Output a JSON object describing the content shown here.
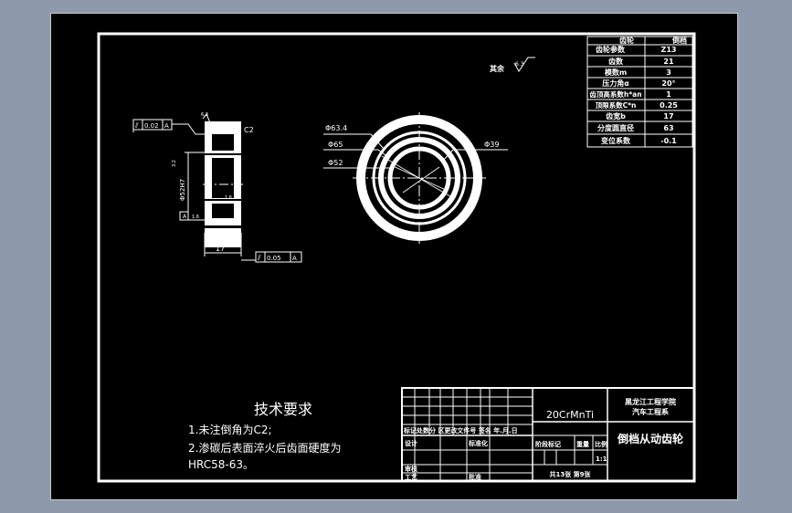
{
  "params_table": {
    "header_left": "齿轮",
    "header_right": "倒档",
    "section_label": "齿轮参数",
    "rows": [
      {
        "name": "",
        "value": "Z13"
      },
      {
        "name": "齿数",
        "value": "21"
      },
      {
        "name": "模数m",
        "value": "3"
      },
      {
        "name": "压力角α",
        "value": "20°"
      },
      {
        "name": "齿顶高系数h*an",
        "value": "1"
      },
      {
        "name": "顶隙系数C*n",
        "value": "0.25"
      },
      {
        "name": "齿宽b",
        "value": "17"
      },
      {
        "name": "分度圆直径",
        "value": "63"
      },
      {
        "name": "变位系数",
        "value": "-0.1"
      }
    ]
  },
  "surface_note": "其余",
  "surface_symbol": "6.3",
  "section_view": {
    "chamfer": "C2",
    "tol_top": [
      "⫽",
      "0.02",
      "A"
    ],
    "tol_bottom": [
      "⫽",
      "0.05",
      "A"
    ],
    "dim_width": "17",
    "dim_small": "3.2",
    "dim_dia": "Φ52H7",
    "datum": "A",
    "rough_a": "6.3",
    "rough_b": "1.6",
    "rough_c": "1.6",
    "rough_d": "6.3"
  },
  "front_view": {
    "dims": [
      "Φ63.4",
      "Φ65",
      "Φ52",
      "Φ39"
    ]
  },
  "tech_req": {
    "title": "技术要求",
    "line1": "1.未注倒角为C2;",
    "line2": "2.渗碳后表面淬火后齿面硬度为",
    "line3": "HRC58-63。"
  },
  "title_block": {
    "material": "20CrMnTi",
    "school": "黑龙江工程学院",
    "department": "汽车工程系",
    "part_name": "倒档从动齿轮",
    "rev_headers": "标记处数分 区更改文件号 签名 年.月.日",
    "design": "设计",
    "standardize": "标准化",
    "stage": "阶段标记",
    "weight": "重量",
    "ratio": "比例",
    "scale": "1:1",
    "review": "审核",
    "process": "工艺",
    "approve": "批准",
    "sheets": "共13张  第9张"
  }
}
